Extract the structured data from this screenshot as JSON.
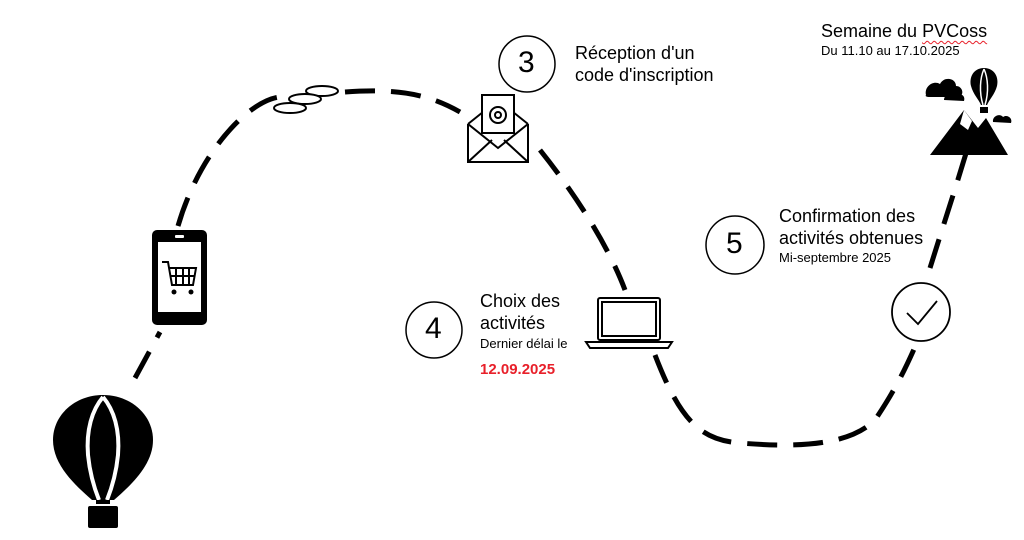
{
  "colors": {
    "ink": "#000000",
    "accent": "#e8202a",
    "background": "#ffffff"
  },
  "icons": [
    "hot-air-balloon-icon",
    "smartphone-cart-icon",
    "coins-icon",
    "email-envelope-icon",
    "laptop-icon",
    "check-circle-icon",
    "mountain-balloon-icon"
  ],
  "final": {
    "title_prefix": "Semaine du ",
    "title_word": "PVCoss",
    "dates": "Du 11.10 au 17.10.2025"
  },
  "step3": {
    "number": "3",
    "line1": "Réception d'un",
    "line2": "code d'inscription"
  },
  "step4": {
    "number": "4",
    "line1": "Choix des",
    "line2": "activités",
    "line3": "Dernier délai le",
    "deadline": "12.09.2025"
  },
  "step5": {
    "number": "5",
    "line1": "Confirmation des",
    "line2": "activités obtenues",
    "line3": "Mi-septembre 2025"
  }
}
